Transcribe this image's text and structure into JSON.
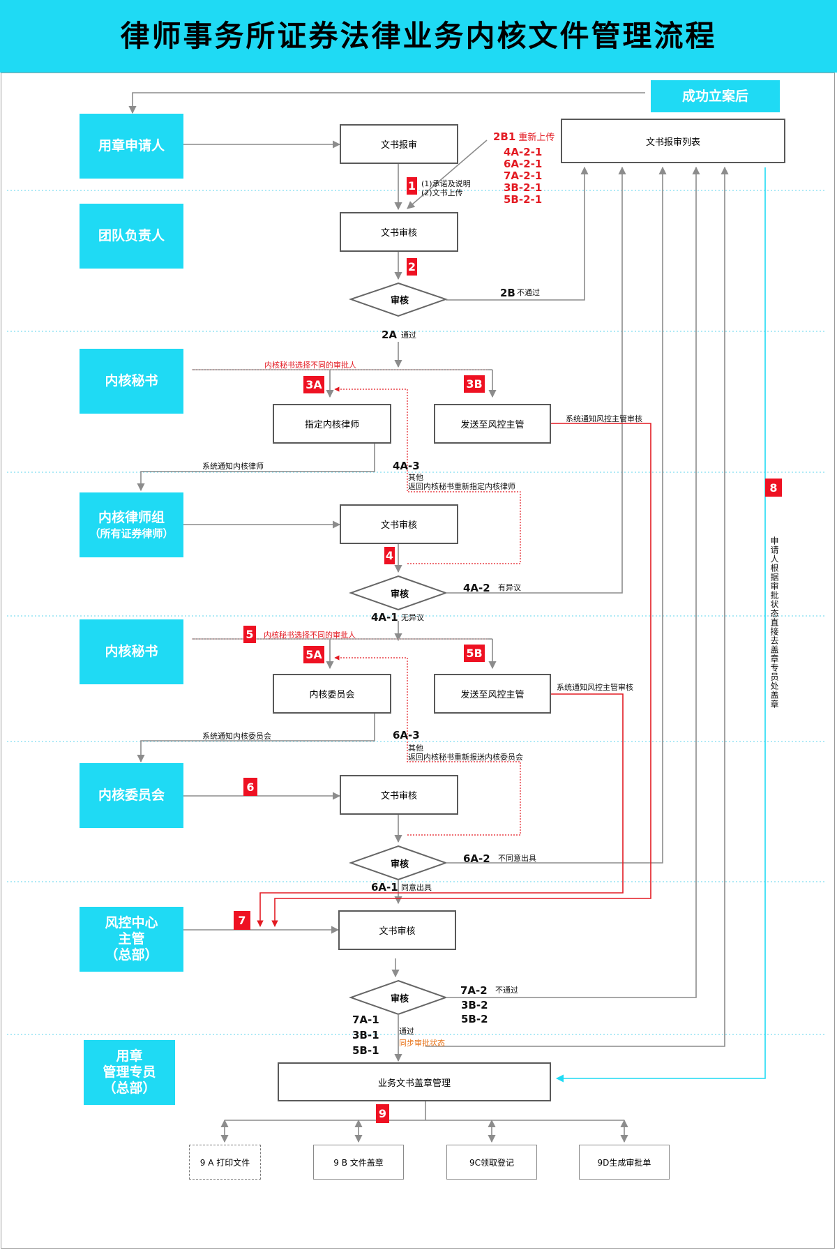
{
  "title": "律师事务所证券法律业务内核文件管理流程",
  "top_right_box": "成功立案后",
  "roles": {
    "applicant": "用章申请人",
    "team_lead": "团队负责人",
    "secretary_1": "内核秘书",
    "lawyer_group": "内核律师组",
    "lawyer_group_sub": "（所有证券律师）",
    "secretary_2": "内核秘书",
    "committee": "内核委员会",
    "risk_control": [
      "风控中心",
      "主管",
      "（总部）"
    ],
    "seal_admin": [
      "用章",
      "管理专员",
      "（总部）"
    ]
  },
  "boxes": {
    "submit": "文书报审",
    "list": "文书报审列表",
    "review_team": "文书审核",
    "assign_lawyer": "指定内核律师",
    "send_risk_1": "发送至风控主管",
    "review_lawyer": "文书审核",
    "committee": "内核委员会",
    "send_risk_2": "发送至风控主管",
    "review_committee": "文书审核",
    "review_risk": "文书审核",
    "seal_mgmt": "业务文书盖章管理"
  },
  "decisions": [
    "审核",
    "审核",
    "审核",
    "审核"
  ],
  "outputs": [
    "9 A 打印文件",
    "9 B 文件盖章",
    "9C领取登记",
    "9D生成审批单"
  ],
  "badges": [
    "1",
    "2",
    "3A",
    "3B",
    "4",
    "5",
    "5A",
    "5B",
    "6",
    "7",
    "8",
    "9"
  ],
  "codes": {
    "c2b": "2B",
    "c2a": "2A",
    "c4a3": "4A-3",
    "c4a2": "4A-2",
    "c4a1": "4A-1",
    "c6a3": "6A-3",
    "c6a2": "6A-2",
    "c6a1": "6A-1",
    "c7a2": "7A-2",
    "c3b2": "3B-2",
    "c5b2": "5B-2",
    "c7a1": "7A-1",
    "c3b1": "3B-1",
    "c5b1": "5B-1"
  },
  "reupload": {
    "code": "2B1",
    "label": "重新上传",
    "list": [
      "4A-2-1",
      "6A-2-1",
      "7A-2-1",
      "3B-2-1",
      "5B-2-1"
    ]
  },
  "notes": {
    "n1a": "(1)承诺及说明",
    "n1b": "(2)文书上传",
    "fail": "不通过",
    "pass": "通过",
    "sec_choose_1": "内核秘书选择不同的审批人",
    "notify_risk_1": "系统通知风控主管审核",
    "notify_lawyer": "系统通知内核律师",
    "other_1": "其他",
    "return_lawyer": "返回内核秘书重新指定内核律师",
    "objection": "有异议",
    "no_objection": "无异议",
    "sec_choose_2": "内核秘书选择不同的审批人",
    "notify_risk_2": "系统通知风控主管审核",
    "notify_committee": "系统通知内核委员会",
    "other_2": "其他",
    "return_committee": "返回内核秘书重新报送内核委员会",
    "disagree": "不同意出具",
    "agree": "同意出具",
    "fail_2": "不通过",
    "pass_2": "通过",
    "sync": "同步审批状态",
    "vertical": "申请人根据审批状态直接去盖章专员处盖章"
  },
  "colors": {
    "accent": "#1fdaf4",
    "badge": "#ee1122",
    "red_line": "#e31b23",
    "cyan_line": "#1fdaf4",
    "orange_text": "#e8741a",
    "grey_line": "#8c8c8c"
  }
}
